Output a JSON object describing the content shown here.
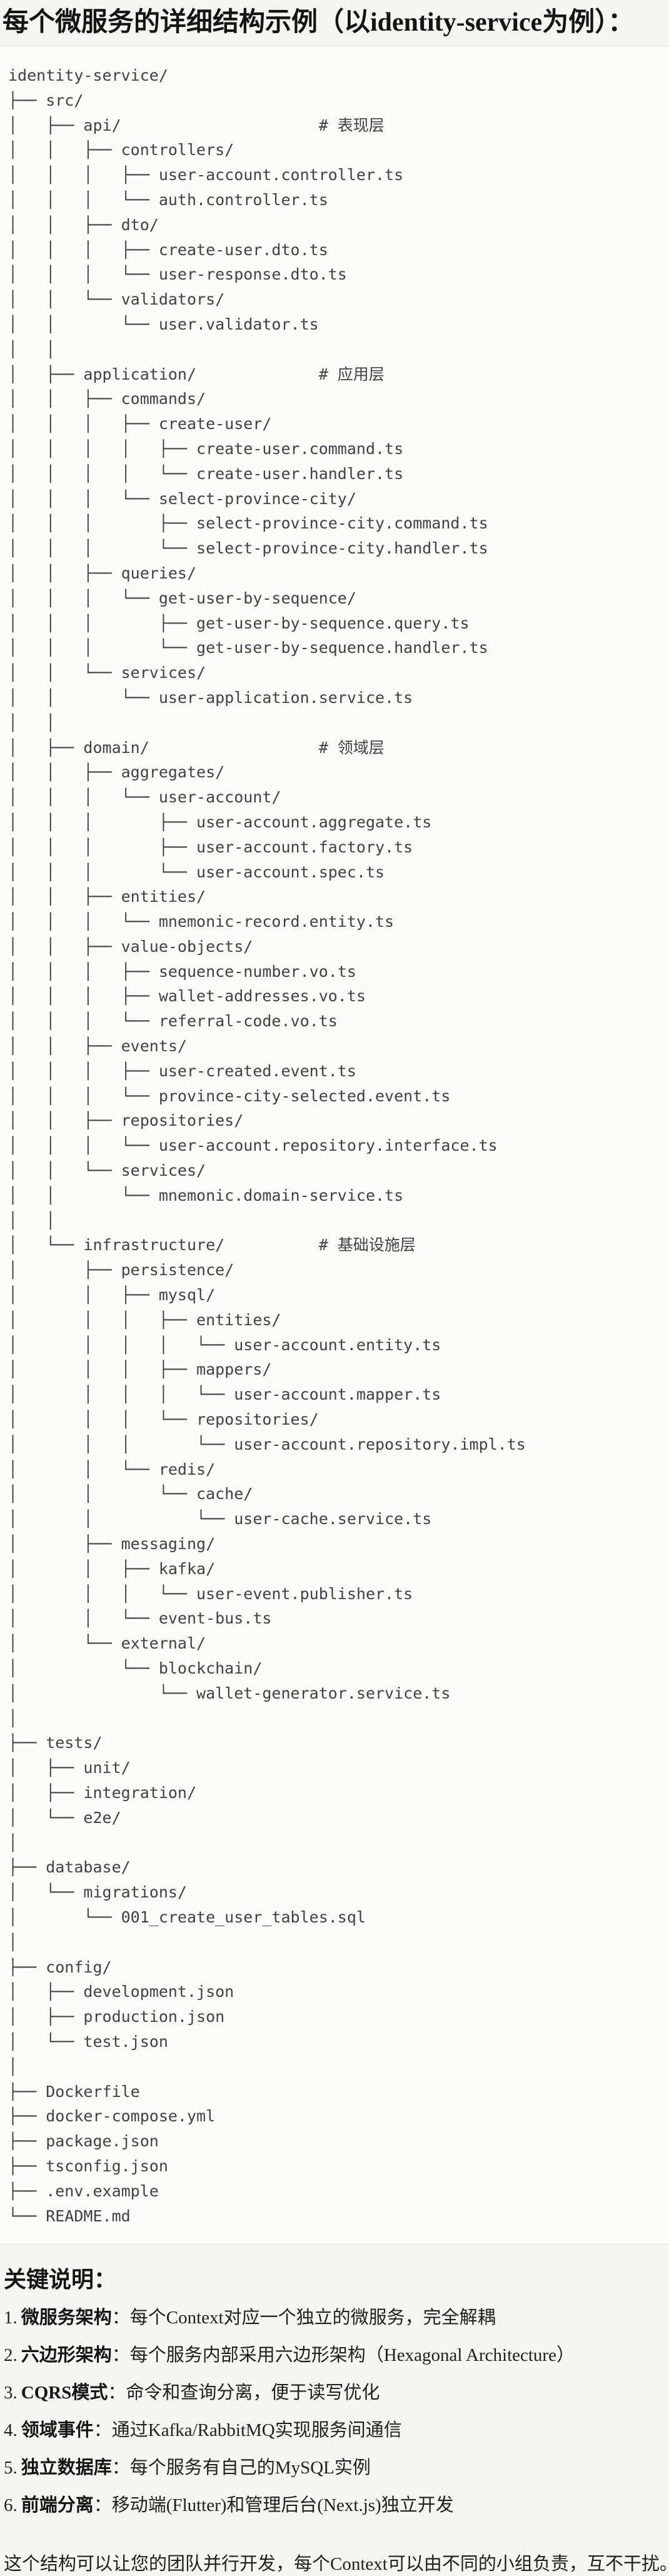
{
  "title": "每个微服务的详细结构示例（以identity-service为例）：",
  "tree": {
    "lines": [
      "identity-service/",
      "├── src/",
      "│   ├── api/                     # 表现层",
      "│   │   ├── controllers/",
      "│   │   │   ├── user-account.controller.ts",
      "│   │   │   └── auth.controller.ts",
      "│   │   ├── dto/",
      "│   │   │   ├── create-user.dto.ts",
      "│   │   │   └── user-response.dto.ts",
      "│   │   └── validators/",
      "│   │       └── user.validator.ts",
      "│   │",
      "│   ├── application/             # 应用层",
      "│   │   ├── commands/",
      "│   │   │   ├── create-user/",
      "│   │   │   │   ├── create-user.command.ts",
      "│   │   │   │   └── create-user.handler.ts",
      "│   │   │   └── select-province-city/",
      "│   │   │       ├── select-province-city.command.ts",
      "│   │   │       └── select-province-city.handler.ts",
      "│   │   ├── queries/",
      "│   │   │   └── get-user-by-sequence/",
      "│   │   │       ├── get-user-by-sequence.query.ts",
      "│   │   │       └── get-user-by-sequence.handler.ts",
      "│   │   └── services/",
      "│   │       └── user-application.service.ts",
      "│   │",
      "│   ├── domain/                  # 领域层",
      "│   │   ├── aggregates/",
      "│   │   │   └── user-account/",
      "│   │   │       ├── user-account.aggregate.ts",
      "│   │   │       ├── user-account.factory.ts",
      "│   │   │       └── user-account.spec.ts",
      "│   │   ├── entities/",
      "│   │   │   └── mnemonic-record.entity.ts",
      "│   │   ├── value-objects/",
      "│   │   │   ├── sequence-number.vo.ts",
      "│   │   │   ├── wallet-addresses.vo.ts",
      "│   │   │   └── referral-code.vo.ts",
      "│   │   ├── events/",
      "│   │   │   ├── user-created.event.ts",
      "│   │   │   └── province-city-selected.event.ts",
      "│   │   ├── repositories/",
      "│   │   │   └── user-account.repository.interface.ts",
      "│   │   └── services/",
      "│   │       └── mnemonic.domain-service.ts",
      "│   │",
      "│   └── infrastructure/          # 基础设施层",
      "│       ├── persistence/",
      "│       │   ├── mysql/",
      "│       │   │   ├── entities/",
      "│       │   │   │   └── user-account.entity.ts",
      "│       │   │   ├── mappers/",
      "│       │   │   │   └── user-account.mapper.ts",
      "│       │   │   └── repositories/",
      "│       │   │       └── user-account.repository.impl.ts",
      "│       │   └── redis/",
      "│       │       └── cache/",
      "│       │           └── user-cache.service.ts",
      "│       ├── messaging/",
      "│       │   ├── kafka/",
      "│       │   │   └── user-event.publisher.ts",
      "│       │   └── event-bus.ts",
      "│       └── external/",
      "│           └── blockchain/",
      "│               └── wallet-generator.service.ts",
      "│",
      "├── tests/",
      "│   ├── unit/",
      "│   ├── integration/",
      "│   └── e2e/",
      "│",
      "├── database/",
      "│   └── migrations/",
      "│       └── 001_create_user_tables.sql",
      "│",
      "├── config/",
      "│   ├── development.json",
      "│   ├── production.json",
      "│   └── test.json",
      "│",
      "├── Dockerfile",
      "├── docker-compose.yml",
      "├── package.json",
      "├── tsconfig.json",
      "├── .env.example",
      "└── README.md"
    ]
  },
  "notes": {
    "heading": "关键说明：",
    "items": [
      {
        "num": "1.",
        "term": "微服务架构",
        "colon": "：",
        "desc": "每个Context对应一个独立的微服务，完全解耦"
      },
      {
        "num": "2.",
        "term": "六边形架构",
        "colon": "：",
        "desc": "每个服务内部采用六边形架构（Hexagonal Architecture）"
      },
      {
        "num": "3.",
        "term": "CQRS模式",
        "colon": "：",
        "desc": "命令和查询分离，便于读写优化"
      },
      {
        "num": "4.",
        "term": "领域事件",
        "colon": "：",
        "desc": "通过Kafka/RabbitMQ实现服务间通信"
      },
      {
        "num": "5.",
        "term": "独立数据库",
        "colon": "：",
        "desc": "每个服务有自己的MySQL实例"
      },
      {
        "num": "6.",
        "term": "前端分离",
        "colon": "：",
        "desc": "移动端(Flutter)和管理后台(Next.js)独立开发"
      }
    ],
    "footer": "这个结构可以让您的团队并行开发，每个Context可以由不同的小组负责，互不干扰。"
  }
}
